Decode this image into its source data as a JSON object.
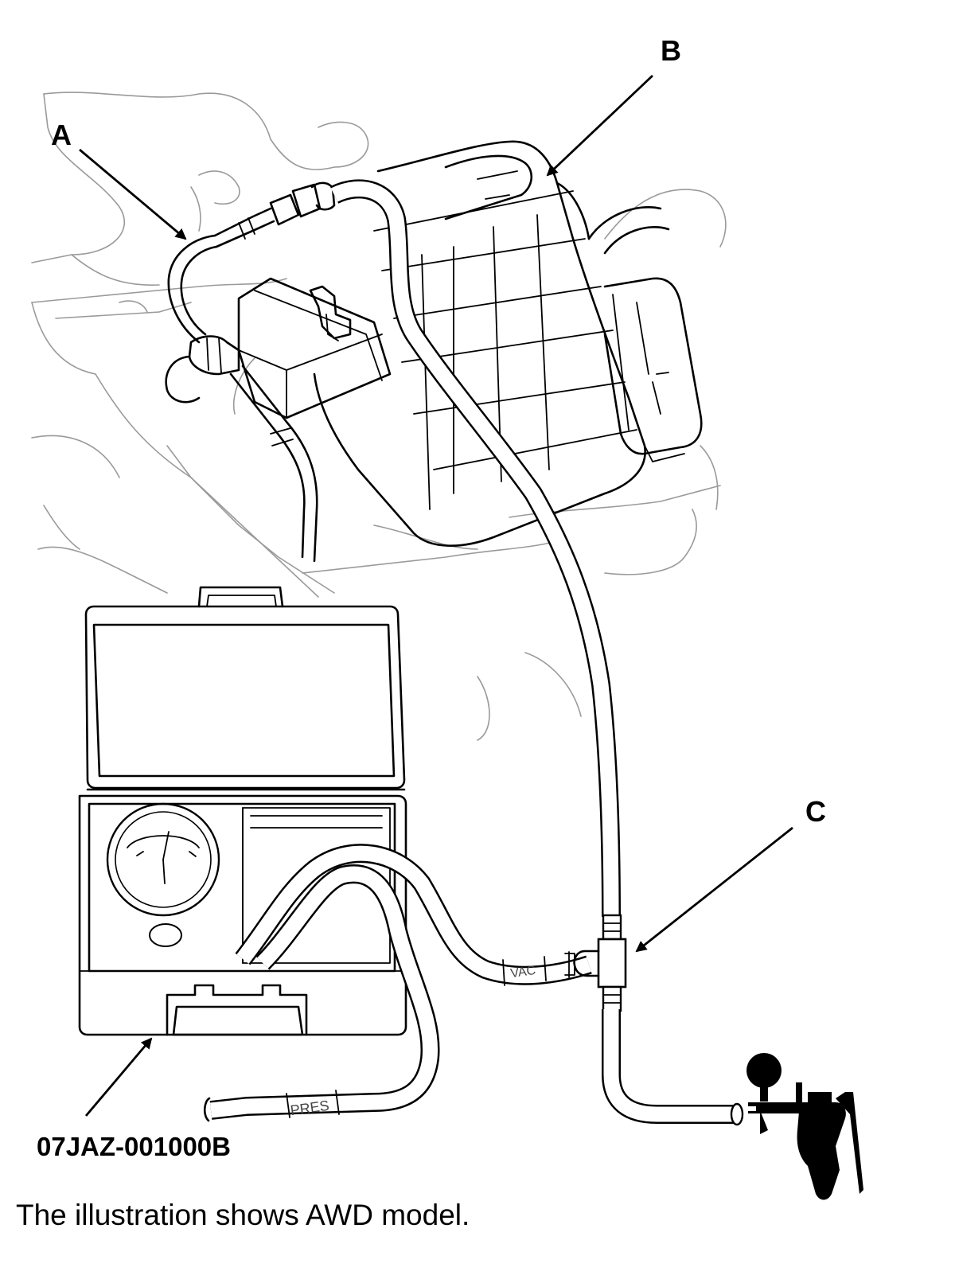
{
  "callouts": {
    "a": "A",
    "b": "B",
    "c": "C"
  },
  "tool_part_number": "07JAZ-001000B",
  "hose_labels": {
    "vac": "VAC",
    "pres": "PRES"
  },
  "caption": "The illustration shows AWD model."
}
